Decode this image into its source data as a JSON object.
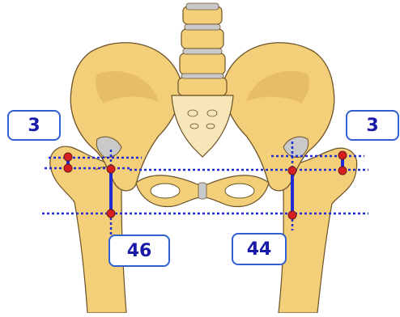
{
  "figure": {
    "type": "anatomical pelvis measurement diagram",
    "colors": {
      "bone_fill": "#f3cf7a",
      "bone_shade": "#e0b058",
      "bone_outline": "#6b5228",
      "cartilage": "#c9c9c9",
      "measure_line": "#1f2bd6",
      "dotted_guide": "#1f2bd6",
      "marker_fill": "#d81f1f",
      "label_border": "#2f5fd0",
      "label_text": "#1a1aa8"
    }
  },
  "measurements": {
    "right_vertical": {
      "value": "46"
    },
    "left_vertical": {
      "value": "44"
    },
    "right_small": {
      "value": "3"
    },
    "left_small": {
      "value": "3"
    }
  }
}
